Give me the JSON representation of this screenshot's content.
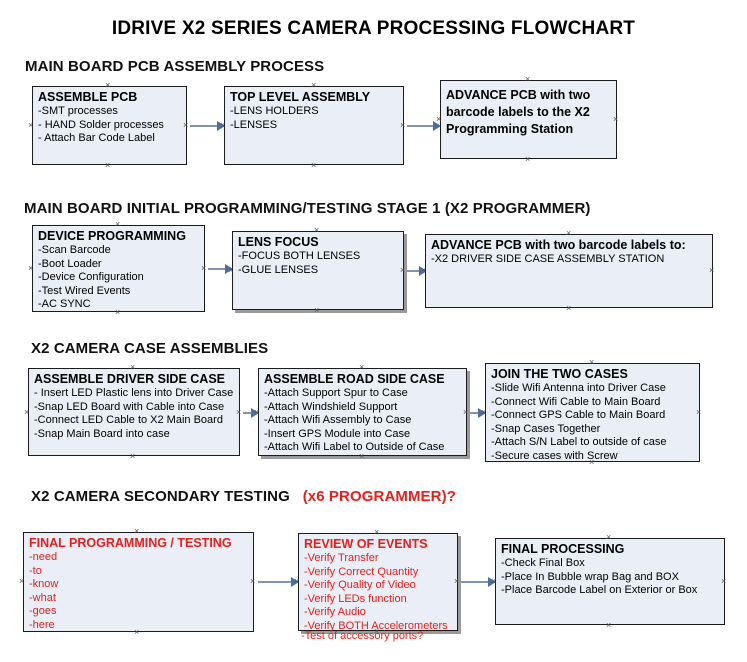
{
  "document": {
    "title": "IDRIVE X2  SERIES CAMERA PROCESSING FLOWCHART"
  },
  "colors": {
    "box_fill": "#e9eef7",
    "box_border": "#1b1b1b",
    "connector": "#7d94b5",
    "arrowhead": "#4a6fa5",
    "text_black": "#000000",
    "text_red": "#e2211c",
    "shadow": "#9a9a9a",
    "background": "#ffffff"
  },
  "sections": [
    {
      "id": "main-board-pcb-assembly",
      "heading": "MAIN BOARD PCB ASSEMBLY PROCESS",
      "heading_red": "",
      "boxes": [
        {
          "id": "assemble-pcb",
          "title": "ASSEMBLE PCB",
          "lines": [
            "-SMT processes",
            "- HAND Solder processes",
            "- Attach Bar Code Label"
          ]
        },
        {
          "id": "top-level-assembly",
          "title": "TOP LEVEL ASSEMBLY",
          "lines": [
            "-LENS HOLDERS",
            "-LENSES"
          ]
        },
        {
          "id": "advance-pcb-to-x2-programming-station",
          "title": "ADVANCE PCB with two barcode labels to the  X2 Programming Station",
          "lines": []
        }
      ]
    },
    {
      "id": "main-board-initial-programming",
      "heading": "MAIN BOARD INITIAL PROGRAMMING/TESTING STAGE 1 (X2 PROGRAMMER)",
      "heading_red": "",
      "boxes": [
        {
          "id": "device-programming",
          "title": "DEVICE PROGRAMMING",
          "lines": [
            "-Scan Barcode",
            "-Boot Loader",
            "-Device Configuration",
            "-Test Wired Events",
            "-AC SYNC"
          ]
        },
        {
          "id": "lens-focus",
          "title": "LENS FOCUS",
          "lines": [
            "-FOCUS BOTH LENSES",
            "-GLUE LENSES"
          ]
        },
        {
          "id": "advance-pcb-to-driver-side-case-station",
          "title": "ADVANCE PCB with two barcode labels to:",
          "lines": [
            "-X2 DRIVER  SIDE  CASE  ASSEMBLY STATION"
          ]
        }
      ]
    },
    {
      "id": "x2-camera-case-assemblies",
      "heading": "X2 CAMERA CASE ASSEMBLIES",
      "heading_red": "",
      "boxes": [
        {
          "id": "assemble-driver-side-case",
          "title": "ASSEMBLE DRIVER SIDE CASE",
          "lines": [
            "- Insert LED Plastic lens into Driver Case",
            "-Snap LED Board with Cable into Case",
            "-Connect LED Cable to X2 Main Board",
            "-Snap Main Board into case"
          ]
        },
        {
          "id": "assemble-road-side-case",
          "title": "ASSEMBLE ROAD SIDE CASE",
          "lines": [
            "-Attach Support Spur to Case",
            "-Attach Windshield Support",
            "-Attach Wifi Assembly to Case",
            "-Insert GPS Module into Case",
            "-Attach Wifi Label to Outside of Case"
          ]
        },
        {
          "id": "join-the-two-cases",
          "title": "JOIN THE TWO CASES",
          "lines": [
            "-Slide Wifi Antenna into Driver Case",
            "-Connect Wifi Cable to Main Board",
            "-Connect GPS Cable to Main Board",
            "-Snap Cases Together",
            "-Attach S/N Label to outside of case",
            "-Secure cases with Screw"
          ]
        }
      ]
    },
    {
      "id": "x2-camera-secondary-testing",
      "heading": "X2 CAMERA SECONDARY TESTING",
      "heading_red": "(x6 PROGRAMMER)?",
      "boxes": [
        {
          "id": "final-programming-testing",
          "title": "FINAL PROGRAMMING / TESTING",
          "lines": [
            "-need",
            "-to",
            "-know",
            "-what",
            "-goes",
            "-here"
          ]
        },
        {
          "id": "review-of-events",
          "title": "REVIEW OF EVENTS",
          "lines": [
            "-Verify Transfer",
            "-Verify Correct Quantity",
            "-Verify Quality of Video",
            "-Verify LEDs function",
            "-Verify Audio",
            "-Verify BOTH Accelerometers"
          ],
          "overflow_line": "-Test of accessory ports?"
        },
        {
          "id": "final-processing",
          "title": "FINAL PROCESSING",
          "lines": [
            " -Check Final Box",
            "-Place In Bubble wrap Bag and BOX",
            "-Place Barcode Label on Exterior or Box"
          ]
        }
      ]
    }
  ],
  "handle_glyph": "×"
}
